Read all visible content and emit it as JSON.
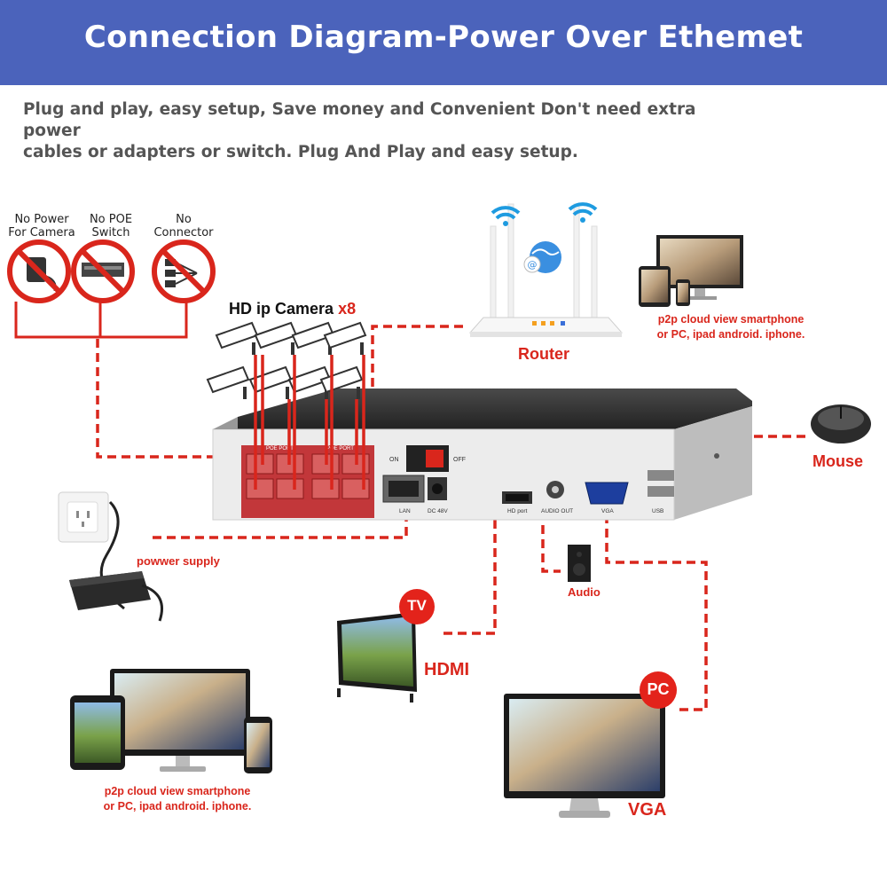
{
  "header": {
    "title": "Connection Diagram-Power Over Ethemet"
  },
  "intro": {
    "line1": "Plug and play, easy setup, Save money and Convenient Don't need extra power",
    "line2": "cables or adapters or switch. Plug And Play and easy setup."
  },
  "no_items": [
    {
      "line1": "No Power",
      "line2": "For Camera"
    },
    {
      "line1": "No POE",
      "line2": "Switch"
    },
    {
      "line1": "No",
      "line2": "Connector"
    }
  ],
  "camera": {
    "label": "HD ip Camera",
    "count": "x8"
  },
  "router": {
    "label": "Router"
  },
  "p2p_top": {
    "line1": "p2p cloud view smartphone",
    "line2": "or PC, ipad android. iphone."
  },
  "p2p_bottom": {
    "line1": "p2p cloud view smartphone",
    "line2": "or PC, ipad android. iphone."
  },
  "mouse": {
    "label": "Mouse"
  },
  "power": {
    "label": "powwer supply"
  },
  "audio": {
    "label": "Audio"
  },
  "tv": {
    "badge": "TV",
    "label": "HDMI"
  },
  "pc": {
    "badge": "PC",
    "label": "VGA"
  },
  "nvr": {
    "poe_port_a": "POE PORT",
    "poe_port_b": "POE PORT",
    "on": "ON",
    "off": "OFF",
    "lan": "LAN",
    "dc": "DC 48V",
    "hdmi_port": "HD port",
    "audio_out": "AUDIO OUT",
    "vga": "VGA",
    "usb": "USB"
  },
  "colors": {
    "header_bg": "#4b63bb",
    "accent_red": "#d9261c",
    "nvr_body": "#e9e9e9",
    "nvr_top": "#333333"
  }
}
